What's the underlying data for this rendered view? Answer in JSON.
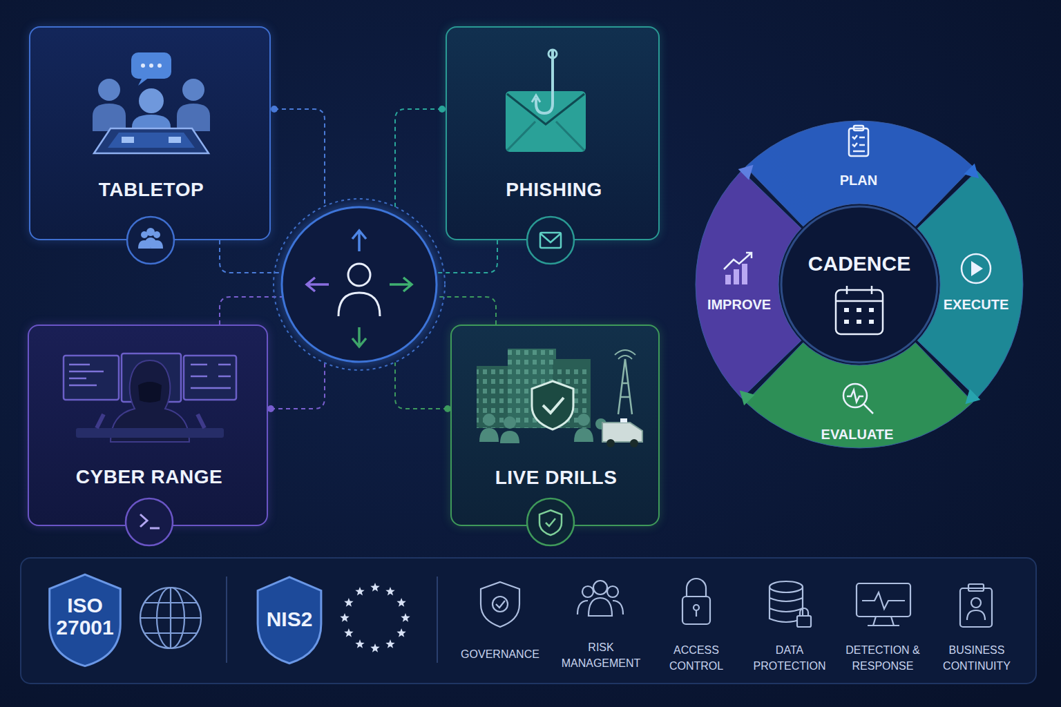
{
  "diagram": {
    "nodes": [
      {
        "text": [
          "TABLETOP"
        ]
      },
      {
        "text": [
          "PHISHING"
        ]
      },
      {
        "text": [
          "PLAN"
        ]
      },
      {
        "text": [
          "IMPROVE"
        ]
      },
      {
        "text": [
          "CADENCE"
        ]
      },
      {
        "text": [
          "EXECUTE"
        ]
      },
      {
        "text": [
          "EVALUATE"
        ]
      },
      {
        "text": [
          "CYBER RANGE"
        ]
      },
      {
        "text": [
          "LIVE DRILLS"
        ]
      },
      {
        "text": [
          "ISO 27001"
        ]
      },
      {
        "text": [
          "NIS2"
        ]
      }
    ],
    "labels": [
      "GOVERNANCE",
      "RISK MANAGEMENT",
      "ACCESS CONTROL",
      "DATA PROTECTION",
      "DETECTION & RESPONSE",
      "BUSINESS CONTINUITY"
    ]
  }
}
